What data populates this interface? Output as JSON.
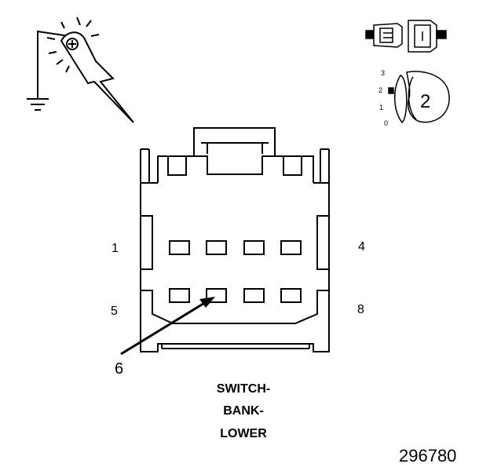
{
  "pin_labels": {
    "p1": "1",
    "p4": "4",
    "p5": "5",
    "p8": "8"
  },
  "callout": "6",
  "caption": {
    "line1": "SWITCH-",
    "line2": "BANK-",
    "line3": "LOWER"
  },
  "figure_number": "296780",
  "meter_setting": {
    "positions": [
      "3",
      "2",
      "1",
      "0"
    ],
    "selected": "2"
  },
  "icons": {
    "probe": "test-probe-grounded-icon",
    "connector": "connector-halves-icon",
    "selector": "selector-knob-icon"
  }
}
